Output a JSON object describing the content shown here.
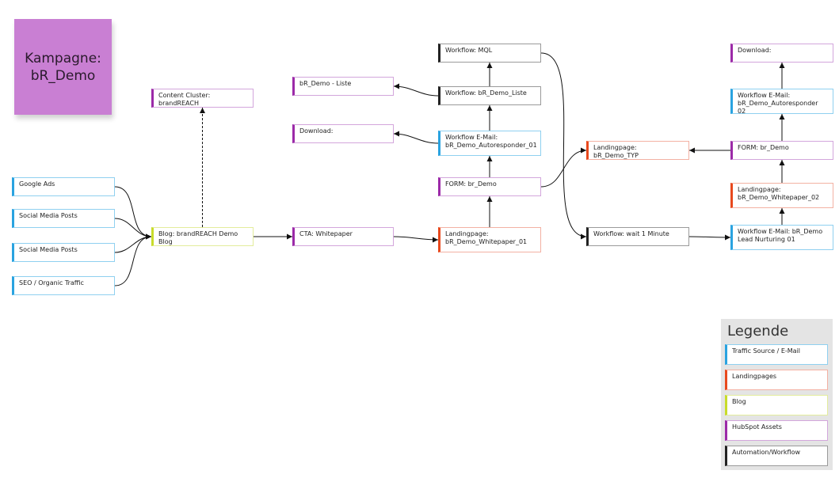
{
  "sticky": {
    "line1": "Kampagne:",
    "line2": "bR_Demo"
  },
  "nodes": {
    "google_ads": {
      "label": "Google Ads",
      "category": "traffic"
    },
    "social_1": {
      "label": "Social Media Posts",
      "category": "traffic"
    },
    "social_2": {
      "label": "Social Media Posts",
      "category": "traffic"
    },
    "seo": {
      "label": "SEO / Organic Traffic",
      "category": "traffic"
    },
    "blog": {
      "label": "Blog: brandREACH Demo Blog",
      "category": "blog"
    },
    "content_cluster": {
      "label": "Content Cluster: brandREACH",
      "category": "hubspot"
    },
    "cta": {
      "label": "CTA: Whitepaper",
      "category": "hubspot"
    },
    "lp_01": {
      "label": "Landingpage:\nbR_Demo_Whitepaper_01",
      "category": "landing"
    },
    "form_1": {
      "label": "FORM: br_Demo",
      "category": "hubspot"
    },
    "wf_email_01": {
      "label": "Workflow E-Mail:\nbR_Demo_Autoresponder_01",
      "category": "traffic"
    },
    "download_1": {
      "label": "Download:",
      "category": "hubspot"
    },
    "wf_liste": {
      "label": "Workflow: bR_Demo_Liste",
      "category": "workflow"
    },
    "liste": {
      "label": "bR_Demo - Liste",
      "category": "hubspot"
    },
    "wf_mql": {
      "label": "Workflow: MQL",
      "category": "workflow"
    },
    "lp_typ": {
      "label": "Landingpage: bR_Demo_TYP",
      "category": "landing"
    },
    "wf_wait": {
      "label": "Workflow: wait 1 Minute",
      "category": "workflow"
    },
    "wf_nurture": {
      "label": "Workflow E-Mail: bR_Demo\nLead Nurturing 01",
      "category": "traffic"
    },
    "lp_02": {
      "label": "Landingpage:\nbR_Demo_Whitepaper_02",
      "category": "landing"
    },
    "form_2": {
      "label": "FORM: br_Demo",
      "category": "hubspot"
    },
    "wf_email_02": {
      "label": "Workflow E-Mail:\nbR_Demo_Autoresponder 02",
      "category": "traffic"
    },
    "download_2": {
      "label": "Download:",
      "category": "hubspot"
    }
  },
  "edges": [
    [
      "google_ads",
      "blog"
    ],
    [
      "social_1",
      "blog"
    ],
    [
      "social_2",
      "blog"
    ],
    [
      "seo",
      "blog"
    ],
    [
      "blog",
      "content_cluster"
    ],
    [
      "blog",
      "cta"
    ],
    [
      "cta",
      "lp_01"
    ],
    [
      "lp_01",
      "form_1"
    ],
    [
      "form_1",
      "wf_email_01"
    ],
    [
      "wf_email_01",
      "download_1"
    ],
    [
      "wf_email_01",
      "wf_liste"
    ],
    [
      "wf_liste",
      "liste"
    ],
    [
      "wf_liste",
      "wf_mql"
    ],
    [
      "wf_mql",
      "wf_wait"
    ],
    [
      "form_1",
      "lp_typ"
    ],
    [
      "form_2",
      "lp_typ"
    ],
    [
      "wf_wait",
      "wf_nurture"
    ],
    [
      "wf_nurture",
      "lp_02"
    ],
    [
      "lp_02",
      "form_2"
    ],
    [
      "form_2",
      "wf_email_02"
    ],
    [
      "wf_email_02",
      "download_2"
    ]
  ],
  "legend": {
    "title": "Legende",
    "items": [
      {
        "label": "Traffic Source / E-Mail",
        "category": "traffic"
      },
      {
        "label": "Landingpages",
        "category": "landing"
      },
      {
        "label": "Blog",
        "category": "blog"
      },
      {
        "label": "HubSpot Assets",
        "category": "hubspot"
      },
      {
        "label": "Automation/Workflow",
        "category": "workflow"
      }
    ]
  }
}
